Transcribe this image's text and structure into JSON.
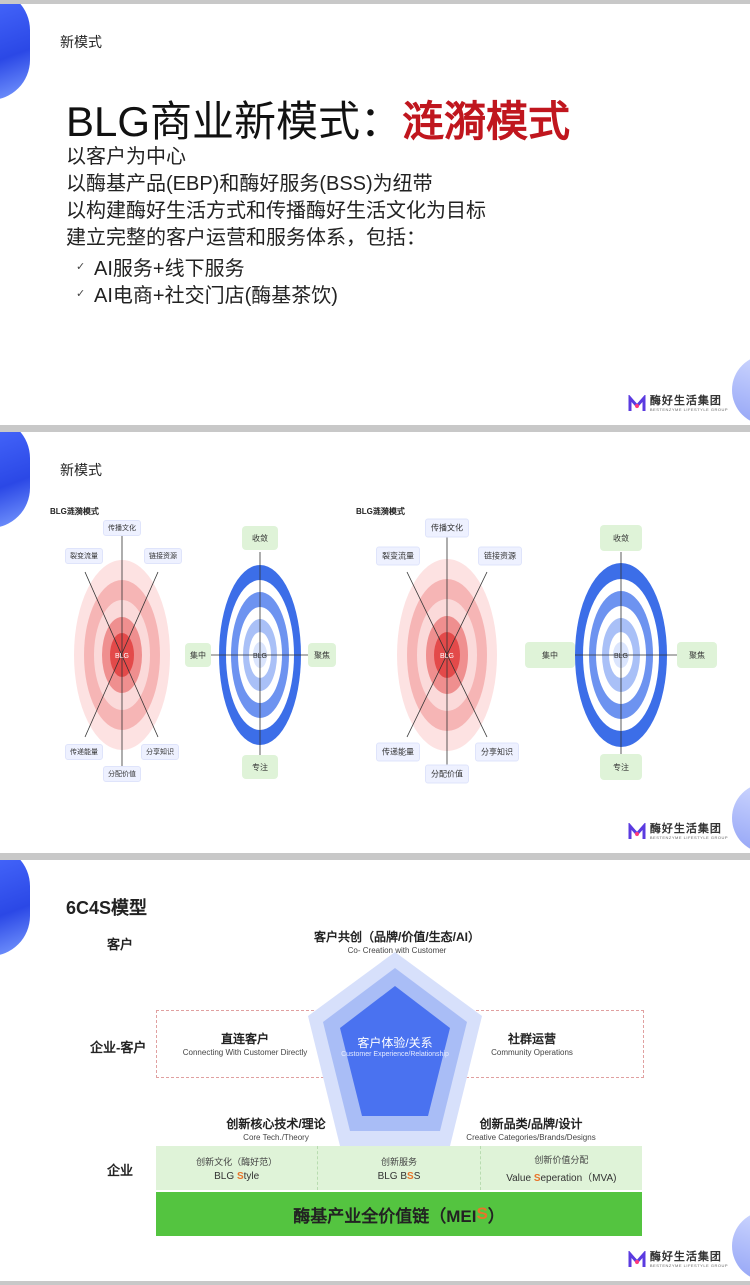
{
  "brand": {
    "name_cn": "酶好生活集团",
    "name_en": "BESTENZYME LIFESTYLE GROUP"
  },
  "slide1": {
    "section": "新模式",
    "title_prefix": "BLG商业新模式：",
    "title_highlight": "涟漪模式",
    "lines": [
      "以客户为中心",
      "以酶基产品(EBP)和酶好服务(BSS)为纽带",
      "以构建酶好生活方式和传播酶好生活文化为目标",
      "建立完整的客户运营和服务体系，包括："
    ],
    "subitems": [
      "AI服务+线下服务",
      "AI电商+社交门店(酶基茶饮)"
    ]
  },
  "slide2": {
    "section": "新模式",
    "diagram_title": "BLG涟漪模式",
    "center": "BLG",
    "ripple_labels": [
      "传播文化",
      "裂变流量",
      "链接资源",
      "传递能量",
      "分享知识",
      "分配价值"
    ],
    "focus_labels": [
      "收敛",
      "集中",
      "聚焦",
      "专注"
    ],
    "colors": {
      "red_ring": "#f3a6a6",
      "red_core": "#e34a4a",
      "blue_ring": "#3c6ee8",
      "green_chip": "#dff3d8"
    }
  },
  "slide3": {
    "title": "6C4S模型",
    "rows": [
      "客户",
      "企业-客户",
      "企业"
    ],
    "co_creation": {
      "cn": "客户共创（品牌/价值/生态/AI）",
      "en": "Co- Creation with Customer"
    },
    "direct": {
      "cn": "直连客户",
      "en": "Connecting With Customer Directly"
    },
    "community": {
      "cn": "社群运营",
      "en": "Community Operations"
    },
    "core": {
      "cn": "客户体验/关系",
      "en": "Customer Experience/Relationship"
    },
    "tech": {
      "cn": "创新核心技术/理论",
      "en": "Core Tech./Theory"
    },
    "category": {
      "cn": "创新品类/品牌/设计",
      "en": "Creative Categories/Brands/Designs"
    },
    "cells": [
      {
        "top": "创新文化（酶好范）",
        "pre": "BLG ",
        "hl": "S",
        "post": "tyle"
      },
      {
        "top": "创新服务",
        "pre": "BLG B",
        "hl": "S",
        "post": "S"
      },
      {
        "top": "创新价值分配",
        "pre": "Value ",
        "hl": "S",
        "post": "eperation（MVA)"
      }
    ],
    "meis": {
      "pre": "酶基产业全价值链（MEI",
      "hl": "S",
      "post": "）"
    },
    "colors": {
      "green_light": "#dff3d8",
      "green_bar": "#54c440",
      "pentagon": "#4a72f0",
      "accent": "#e8742a"
    }
  }
}
